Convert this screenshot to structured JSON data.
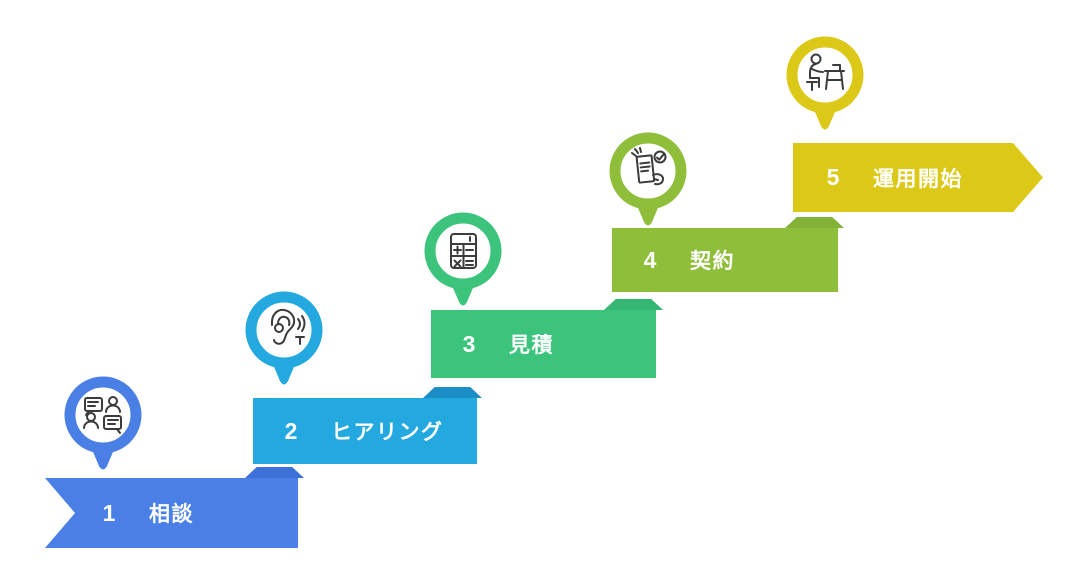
{
  "diagram": {
    "type": "process-step-staircase",
    "background_color": "#ffffff",
    "text_color": "#ffffff",
    "icon_stroke_color": "#3b3b3b",
    "steps": [
      {
        "number": "1",
        "label": "相談",
        "color": "#4a80e6",
        "icon": "consultation-icon"
      },
      {
        "number": "2",
        "label": "ヒアリング",
        "color": "#23a8df",
        "fold_color": "#3d71d8",
        "icon": "hearing-icon"
      },
      {
        "number": "3",
        "label": "見積",
        "color": "#3cc37c",
        "fold_color": "#1b8dc7",
        "icon": "calculator-icon"
      },
      {
        "number": "4",
        "label": "契約",
        "color": "#8fbe3b",
        "fold_color": "#35b672",
        "icon": "contract-icon"
      },
      {
        "number": "5",
        "label": "運用開始",
        "color": "#dcc917",
        "fold_color": "#84b236",
        "icon": "desk-work-icon"
      }
    ]
  }
}
